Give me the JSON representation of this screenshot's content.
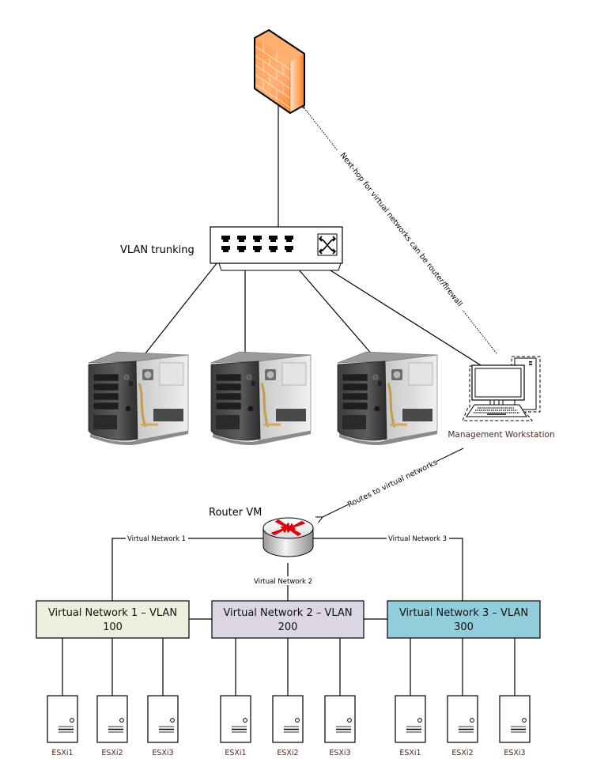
{
  "diagram": {
    "firewall": {
      "icon": "firewall-icon"
    },
    "switch": {
      "label": "VLAN trunking",
      "icon": "switch-icon"
    },
    "annotations": {
      "next_hop": "Next-hop for virtual networks can be router/firewall",
      "routes": "Routes to virtual networks"
    },
    "physical_hosts": [
      {
        "icon": "server-tower-icon"
      },
      {
        "icon": "server-tower-icon"
      },
      {
        "icon": "server-tower-icon"
      }
    ],
    "workstation": {
      "label": "Management Workstation",
      "icon": "workstation-icon"
    },
    "router": {
      "label": "Router VM",
      "icon": "router-icon"
    },
    "link_labels": {
      "vn1": "Virtual Network 1",
      "vn2": "Virtual Network 2",
      "vn3": "Virtual Network 3"
    },
    "networks": [
      {
        "line1": "Virtual Network 1 – VLAN",
        "line2": "100",
        "color": "#ebf1de",
        "hosts": [
          "ESXi1",
          "ESXi2",
          "ESXi3"
        ]
      },
      {
        "line1": "Virtual Network 2 – VLAN",
        "line2": "200",
        "color": "#dcd6e4",
        "hosts": [
          "ESXi1",
          "ESXi2",
          "ESXi3"
        ]
      },
      {
        "line1": "Virtual Network 3 – VLAN",
        "line2": "300",
        "color": "#92cddc",
        "hosts": [
          "ESXi1",
          "ESXi2",
          "ESXi3"
        ]
      }
    ]
  }
}
